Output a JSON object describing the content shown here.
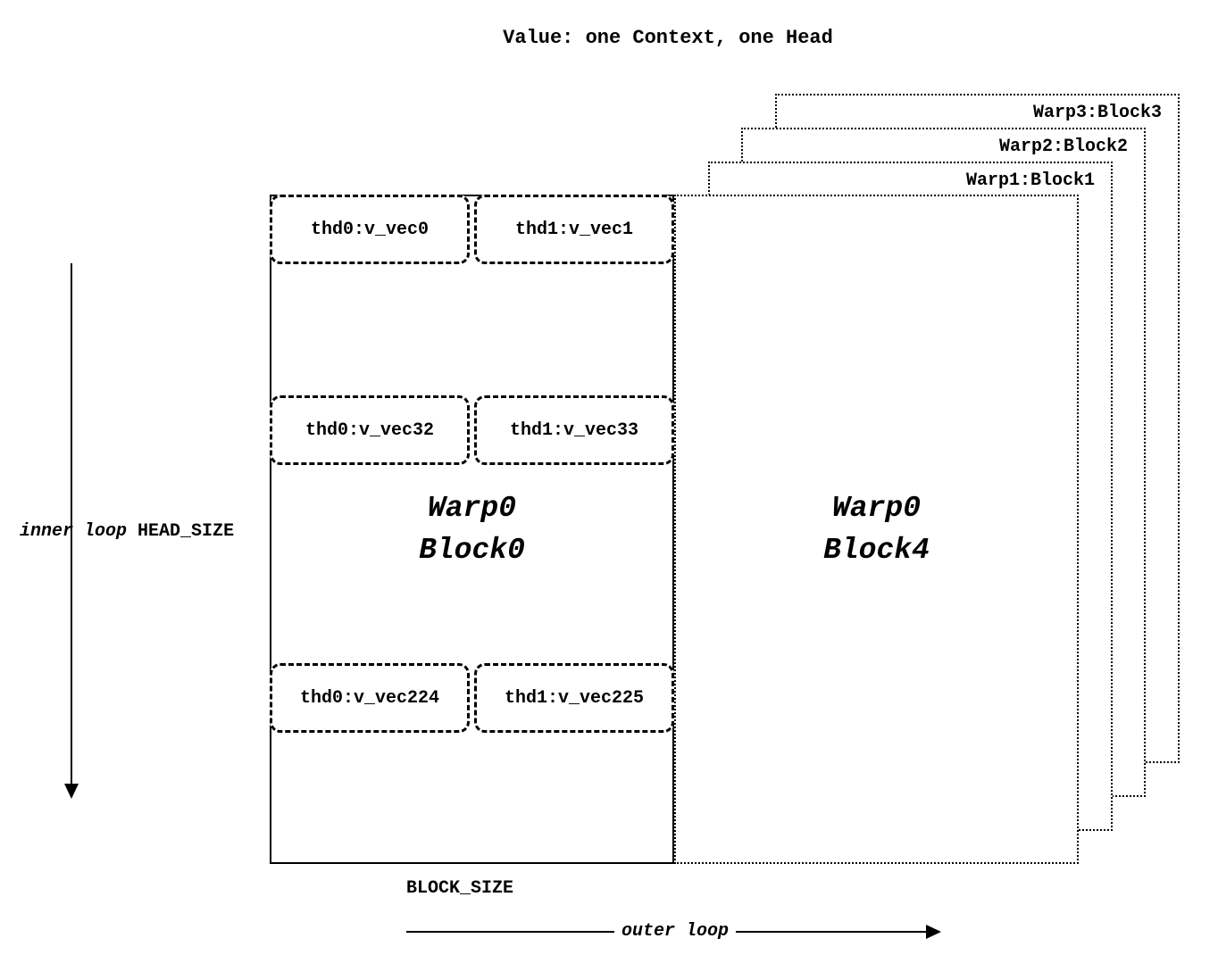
{
  "title": "Value: one Context, one Head",
  "main_block": {
    "name_line1": "Warp0",
    "name_line2": "Block0",
    "rows": [
      {
        "cells": [
          "thd0:v_vec0",
          "thd1:v_vec1"
        ]
      },
      {
        "cells": [
          "thd0:v_vec32",
          "thd1:v_vec33"
        ]
      },
      {
        "cells": [
          "thd0:v_vec224",
          "thd1:v_vec225"
        ]
      }
    ]
  },
  "front_block": {
    "name_line1": "Warp0",
    "name_line2": "Block4"
  },
  "stacked_blocks": [
    {
      "label": "Warp3:Block3"
    },
    {
      "label": "Warp2:Block2"
    },
    {
      "label": "Warp1:Block1"
    }
  ],
  "labels": {
    "inner_loop": "inner loop",
    "head_size": "HEAD_SIZE",
    "block_size": "BLOCK_SIZE",
    "outer_loop": "outer loop"
  },
  "colors": {
    "foreground": "#000000",
    "background": "#ffffff"
  }
}
